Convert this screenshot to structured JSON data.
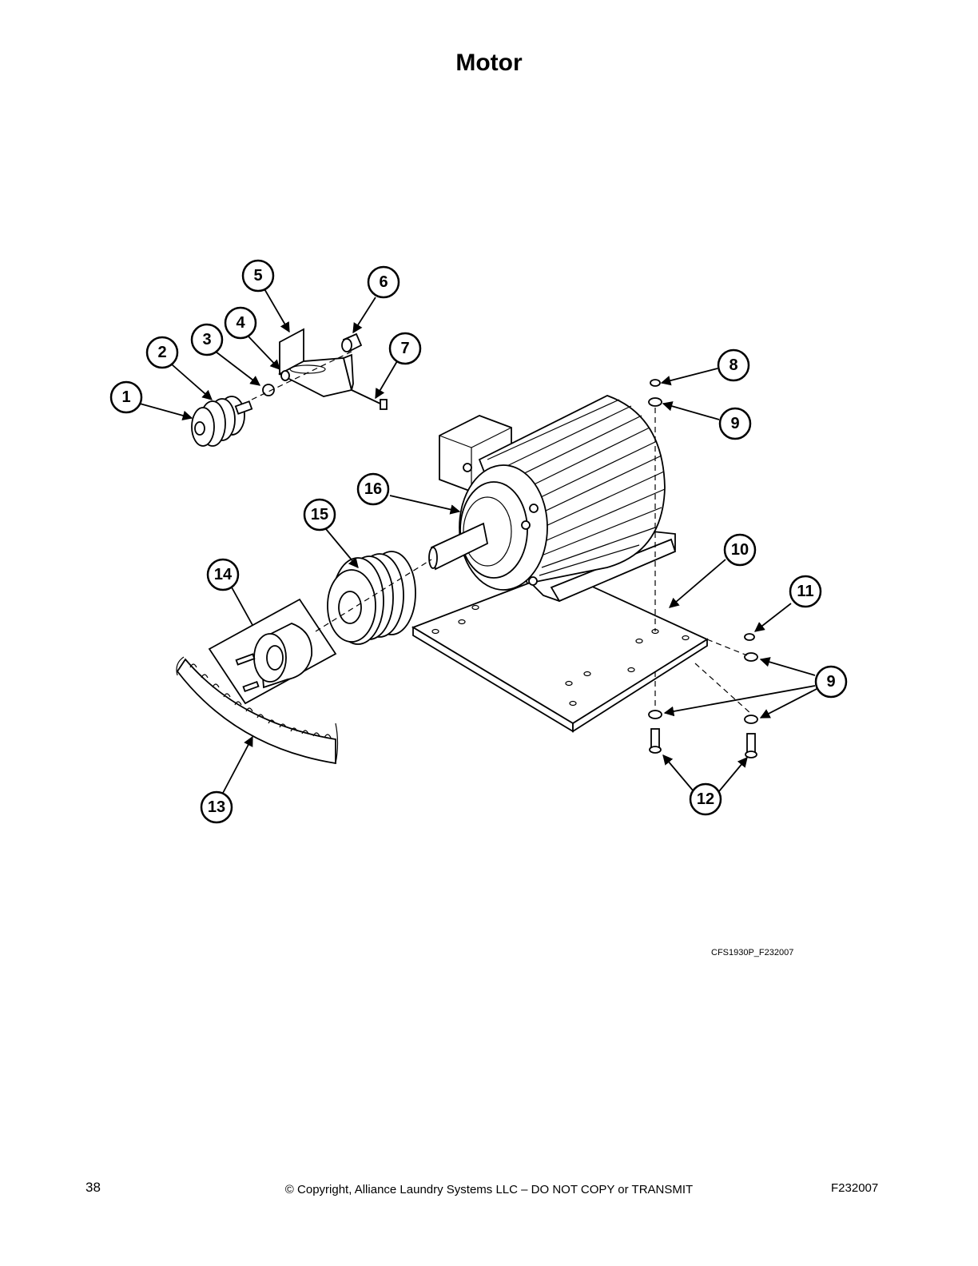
{
  "page": {
    "title": "Motor",
    "figure_code": "CFS1930P_F232007",
    "page_number": "38",
    "copyright": "© Copyright, Alliance Laundry Systems LLC – DO NOT COPY or TRANSMIT",
    "doc_code": "F232007"
  },
  "callouts": [
    "1",
    "2",
    "3",
    "4",
    "5",
    "6",
    "7",
    "8",
    "9",
    "9",
    "10",
    "11",
    "12",
    "13",
    "14",
    "15",
    "16"
  ]
}
